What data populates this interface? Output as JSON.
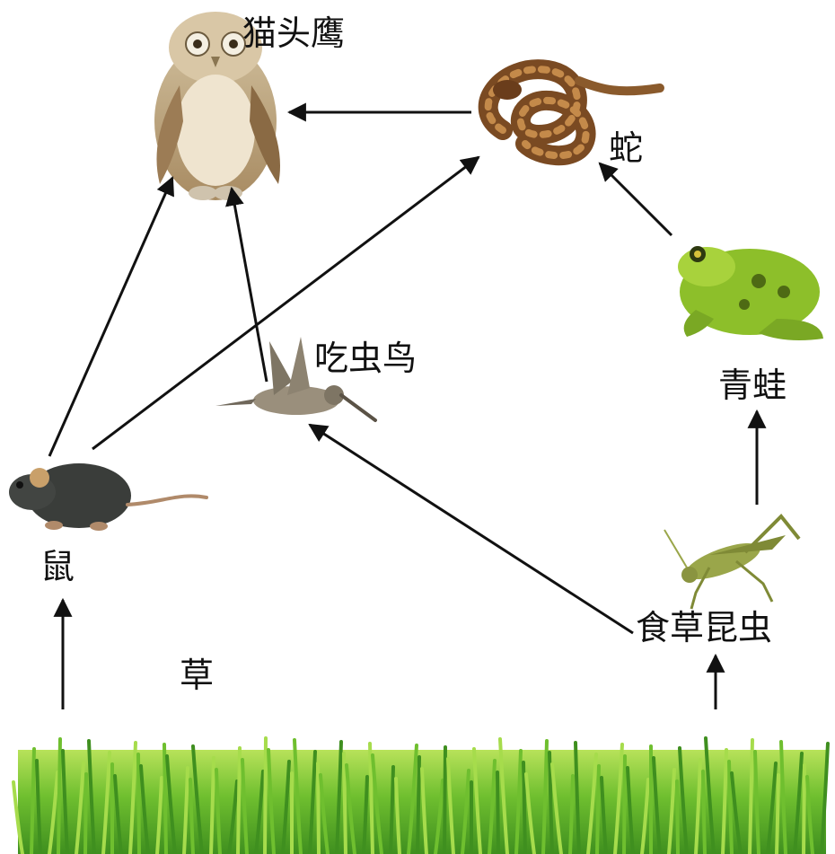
{
  "colors": {
    "arrow": "#111111",
    "grass_dark": "#3f8f1f",
    "grass_mid": "#6fbf2f",
    "grass_light": "#a6dc4c",
    "owl": "#d9c7a6",
    "snake": "#7a4a22",
    "frog": "#8dbf2a",
    "mouse": "#3a3d3a",
    "bird": "#9a8f7c",
    "insect": "#9aa64a"
  },
  "organisms": {
    "owl": {
      "label": "猫头鹰",
      "icon": "owl-icon"
    },
    "snake": {
      "label": "蛇",
      "icon": "snake-icon"
    },
    "bird": {
      "label": "吃虫鸟",
      "icon": "bird-icon"
    },
    "frog": {
      "label": "青蛙",
      "icon": "frog-icon"
    },
    "mouse": {
      "label": "鼠",
      "icon": "mouse-icon"
    },
    "insect": {
      "label": "食草昆虫",
      "icon": "grasshopper-icon"
    },
    "grass": {
      "label": "草",
      "icon": "grass-icon"
    }
  },
  "links": [
    {
      "from": "grass",
      "to": "mouse"
    },
    {
      "from": "grass",
      "to": "insect"
    },
    {
      "from": "insect",
      "to": "frog"
    },
    {
      "from": "insect",
      "to": "bird"
    },
    {
      "from": "frog",
      "to": "snake"
    },
    {
      "from": "mouse",
      "to": "owl"
    },
    {
      "from": "mouse",
      "to": "snake"
    },
    {
      "from": "bird",
      "to": "owl"
    },
    {
      "from": "snake",
      "to": "owl"
    }
  ]
}
